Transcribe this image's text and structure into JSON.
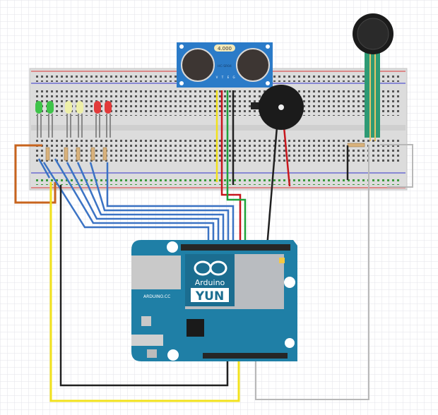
{
  "diagram": {
    "arduino": {
      "brand": "Arduino",
      "model": "YUN",
      "site": "ARDUINO.CC",
      "color": "#1f7fa6"
    },
    "ultrasonic_sensor": {
      "crystal_label": "4.000",
      "model_label": "HC-SR04",
      "pin_labels": [
        "V",
        "T",
        "E",
        "G"
      ],
      "color": "#2b7bc8"
    },
    "leds": [
      {
        "color": "green"
      },
      {
        "color": "green"
      },
      {
        "color": "yellow"
      },
      {
        "color": "yellow"
      },
      {
        "color": "red"
      },
      {
        "color": "red"
      }
    ],
    "components": [
      "breadboard",
      "piezo-buzzer",
      "force-sensitive-resistor",
      "resistors"
    ],
    "wire_colors": {
      "blue": "#3b73c4",
      "yellow": "#f2e21c",
      "black": "#202020",
      "red": "#c8161d",
      "green": "#1ea339",
      "orange": "#c8641e",
      "gray": "#b8b8b8"
    }
  }
}
